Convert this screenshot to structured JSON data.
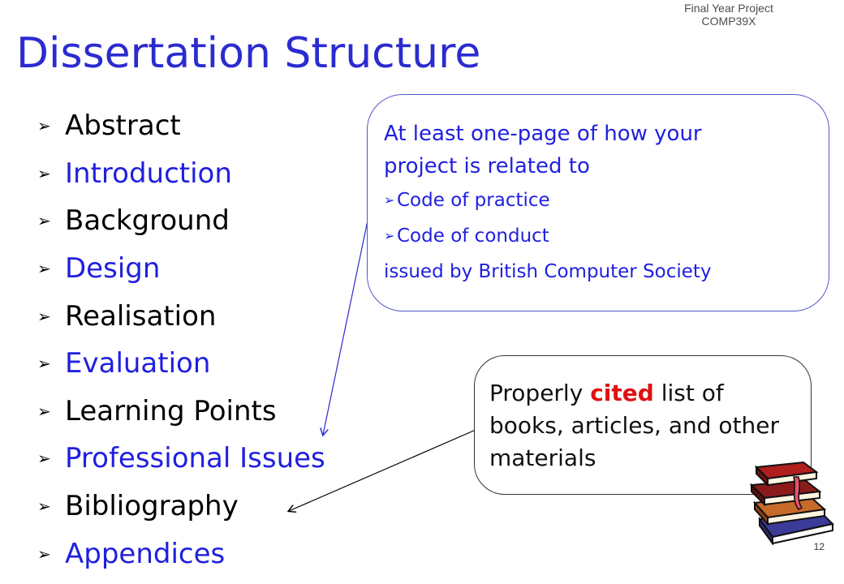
{
  "header": {
    "course_line1": "Final Year Project",
    "course_line2": "COMP39X"
  },
  "title": "Dissertation Structure",
  "bullets": [
    {
      "label": "Abstract",
      "color": "#000000"
    },
    {
      "label": "Introduction",
      "color": "#1f1fe0"
    },
    {
      "label": "Background",
      "color": "#000000"
    },
    {
      "label": "Design",
      "color": "#1f1fe0"
    },
    {
      "label": "Realisation",
      "color": "#000000"
    },
    {
      "label": "Evaluation",
      "color": "#1f1fe0"
    },
    {
      "label": "Learning Points",
      "color": "#000000"
    },
    {
      "label": "Professional Issues",
      "color": "#1f1fe0"
    },
    {
      "label": "Bibliography",
      "color": "#000000"
    },
    {
      "label": "Appendices",
      "color": "#1f1fe0"
    }
  ],
  "callout_conduct": {
    "line1": "At least one-page of how your",
    "line2": "project is related to",
    "item1": "Code of practice",
    "item2": "Code of conduct",
    "footer": "issued by British Computer Society"
  },
  "callout_biblio": {
    "before": "Properly ",
    "highlight": "cited",
    "after": " list of books, articles, and other materials"
  },
  "icons": {
    "bullet": "arrow-right-icon",
    "clipart": "books-stack-icon"
  },
  "colors": {
    "title": "#2b2bd0",
    "accent_blue": "#1f1fe0",
    "cited": "#e01010"
  },
  "page_number": "12"
}
